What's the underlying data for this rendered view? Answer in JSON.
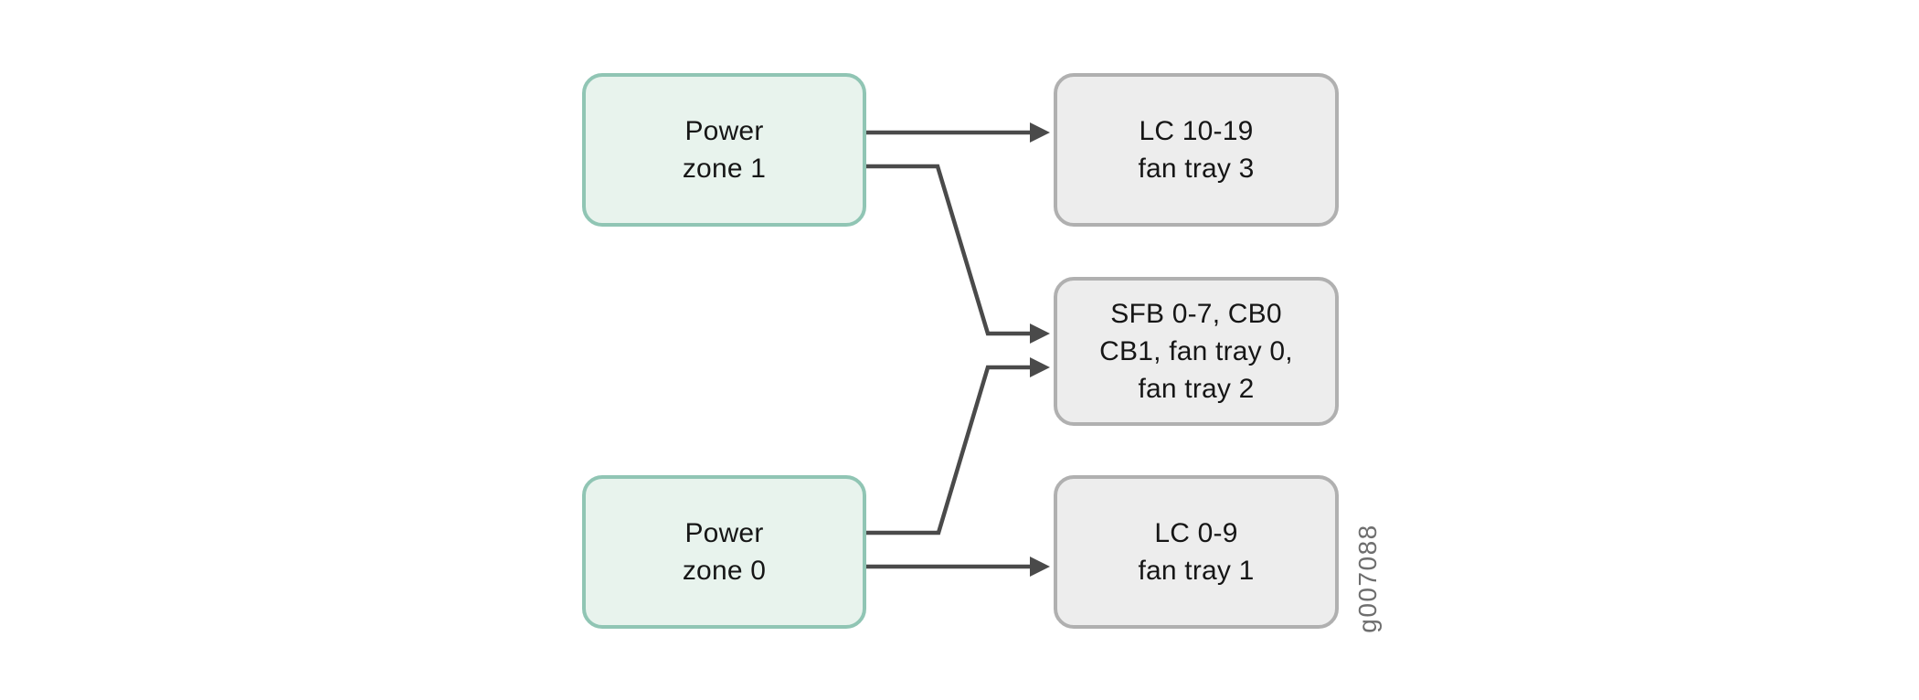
{
  "diagram": {
    "figure_id": "g007088",
    "nodes": [
      {
        "id": "power-zone-1",
        "kind": "power-zone",
        "label": "Power\nzone 1"
      },
      {
        "id": "lc-10-19",
        "kind": "component-group",
        "label": "LC 10-19\nfan tray 3"
      },
      {
        "id": "sfb-cb",
        "kind": "component-group",
        "label": "SFB 0-7, CB0\nCB1, fan tray 0,\nfan tray 2"
      },
      {
        "id": "power-zone-0",
        "kind": "power-zone",
        "label": "Power\nzone 0"
      },
      {
        "id": "lc-0-9",
        "kind": "component-group",
        "label": "LC 0-9\nfan tray 1"
      }
    ],
    "edges": [
      {
        "from": "power-zone-1",
        "to": "lc-10-19"
      },
      {
        "from": "power-zone-1",
        "to": "sfb-cb"
      },
      {
        "from": "power-zone-0",
        "to": "sfb-cb"
      },
      {
        "from": "power-zone-0",
        "to": "lc-0-9"
      }
    ],
    "colors": {
      "background": "#ffffff",
      "power_zone_fill": "#e8f3ed",
      "power_zone_border": "#90c5b4",
      "component_fill": "#ededed",
      "component_border": "#b0b0b0",
      "connector": "#4a4a4a",
      "label_text": "#161616",
      "figure_id_text": "#6e6e6e"
    }
  }
}
